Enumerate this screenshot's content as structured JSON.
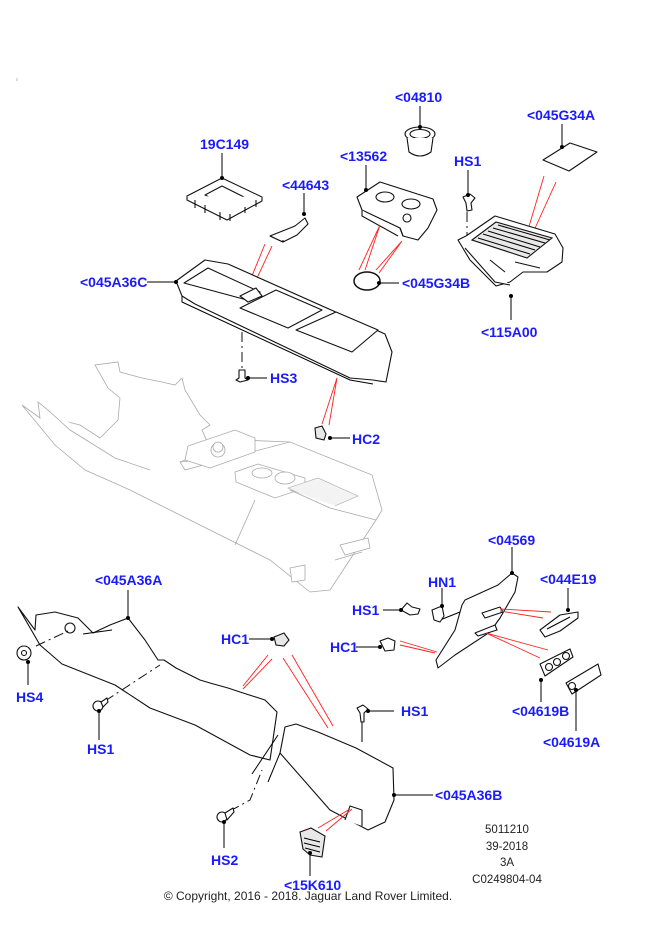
{
  "labels": {
    "p04810": "<04810",
    "p045G34A": "<045G34A",
    "p19C149": "19C149",
    "p13562": "<13562",
    "pHS1_top": "HS1",
    "p44643": "<44643",
    "p045A36C": "<045A36C",
    "p045G34B": "<045G34B",
    "p115A00": "<115A00",
    "pHS3": "HS3",
    "pHC2": "HC2",
    "p04569": "<04569",
    "pHN1": "HN1",
    "p044E19": "<044E19",
    "p045A36A": "<045A36A",
    "pHS1_mid": "HS1",
    "pHC1_left": "HC1",
    "pHC1_right": "HC1",
    "pHS4": "HS4",
    "pHS1_lower": "HS1",
    "pHS1_right": "HS1",
    "p04619B": "<04619B",
    "p04619A": "<04619A",
    "p045A36B": "<045A36B",
    "pHS2": "HS2",
    "p15K610": "<15K610"
  },
  "metadata": {
    "line1": "5011210",
    "line2": "39-2018",
    "line3": "3A",
    "line4": "C0249804-04"
  },
  "copyright": "© Copyright, 2016 - 2018. Jaguar Land Rover Limited.",
  "colors": {
    "label": "#1a1aff",
    "callout_line": "#ff2020"
  }
}
